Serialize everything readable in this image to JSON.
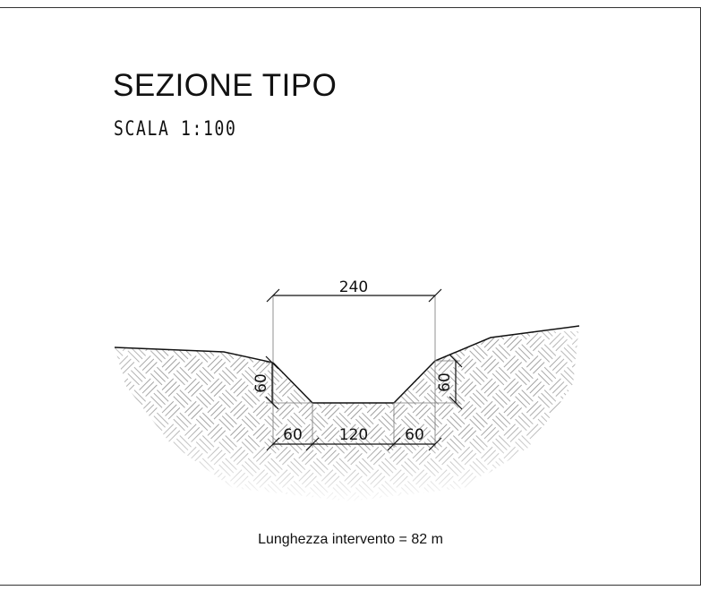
{
  "title": "SEZIONE TIPO",
  "subtitle": "SCALA 1:100",
  "dimensions": {
    "top_width": "240",
    "left_depth": "60",
    "right_depth": "60",
    "bottom_left": "60",
    "bottom_center": "120",
    "bottom_right": "60"
  },
  "footer": "Lunghezza intervento = 82 m"
}
